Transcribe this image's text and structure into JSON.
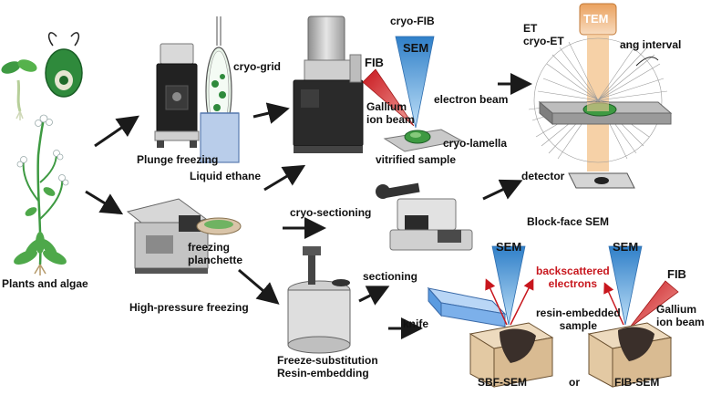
{
  "labels": {
    "plants_algae": "Plants and algae",
    "plunge_freezing": "Plunge freezing",
    "cryo_grid": "cryo-grid",
    "liquid_ethane": "Liquid ethane",
    "cryo_fib": "cryo-FIB",
    "fib": "FIB",
    "sem": "SEM",
    "gallium_ion_beam": "Gallium\nion beam",
    "electron_beam": "electron beam",
    "cryo_lamella": "cryo-lamella",
    "vitrified_sample": "vitrified sample",
    "et_cryo_et": "ET\ncryo-ET",
    "tem": "TEM",
    "ang_interval": "ang interval",
    "detector": "detector",
    "cryo_sectioning": "cryo-sectioning",
    "freezing_planchette": "freezing\nplanchette",
    "high_pressure_freezing": "High-pressure freezing",
    "sectioning": "sectioning",
    "freeze_substitution": "Freeze-substitution\nResin-embedding",
    "knife": "knife",
    "block_face_sem": "Block-face SEM",
    "sem_left": "SEM",
    "sem_right": "SEM",
    "backscattered_electrons": "backscattered\nelectrons",
    "fib_right": "FIB",
    "gallium_ion_beam_right": "Gallium\nion beam",
    "resin_embedded_sample": "resin-embedded\nsample",
    "sbf_sem": "SBF-SEM",
    "or": "or",
    "fib_sem": "FIB-SEM"
  },
  "colors": {
    "arrow": "#1a1a1a",
    "red_text": "#c8171e",
    "tem_beam": "#f2b878",
    "sem_beam": "#4a9ad8",
    "fib_beam": "#d43a36",
    "plant_green": "#4ea84a",
    "ethane_blue": "#b9cdea",
    "block_tan": "#e8cfae",
    "knife_blue": "#5a9be0"
  }
}
